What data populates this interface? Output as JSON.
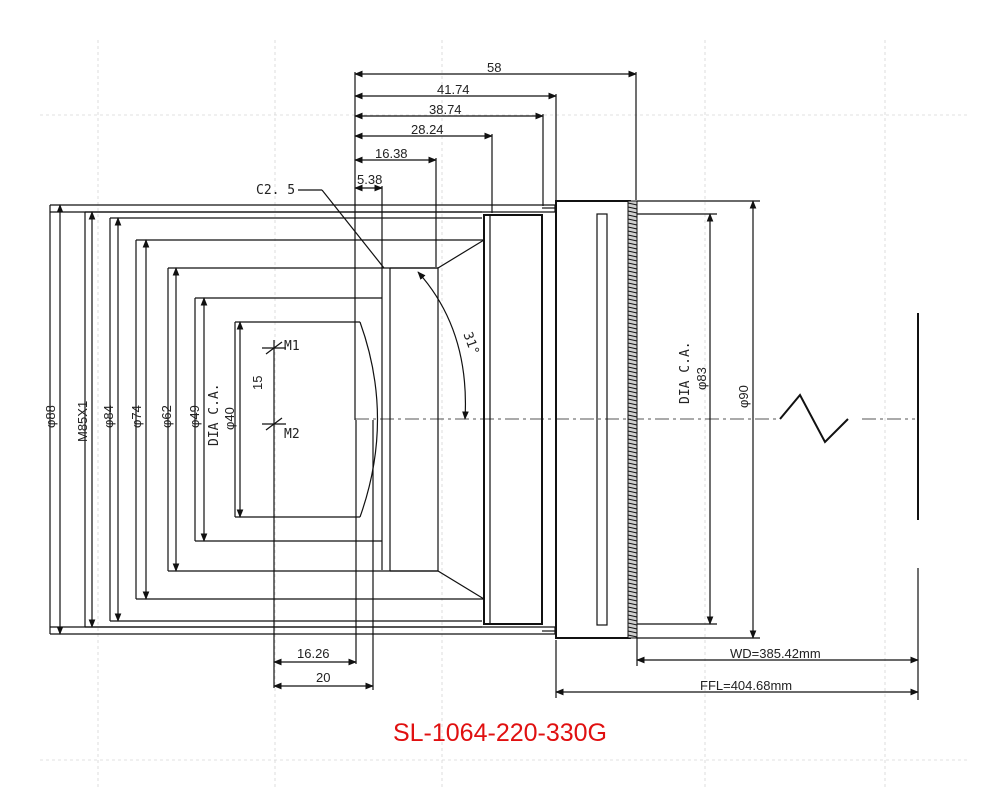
{
  "title": "SL-1064-220-330G",
  "top_dimensions": [
    "58",
    "41.74",
    "38.74",
    "28.24",
    "16.38",
    "5.38"
  ],
  "chamfer_label": "C2. 5",
  "angle_label": "31°",
  "left_diameters": [
    "φ88",
    "M85X1",
    "φ84",
    "φ74",
    "φ62",
    "φ49"
  ],
  "entrance_ca": {
    "line1": "DIA C.A.",
    "line2": "φ40"
  },
  "mirror_labels": {
    "m1": "M1",
    "m2": "M2",
    "spacing": "15"
  },
  "exit_ca": {
    "line1": "DIA C.A.",
    "line2": "φ83"
  },
  "exit_diameter": "φ90",
  "bottom_dimensions": {
    "d1": "16.26",
    "d2": "20",
    "wd": "WD=385.42mm",
    "ffl": "FFL=404.68mm"
  }
}
